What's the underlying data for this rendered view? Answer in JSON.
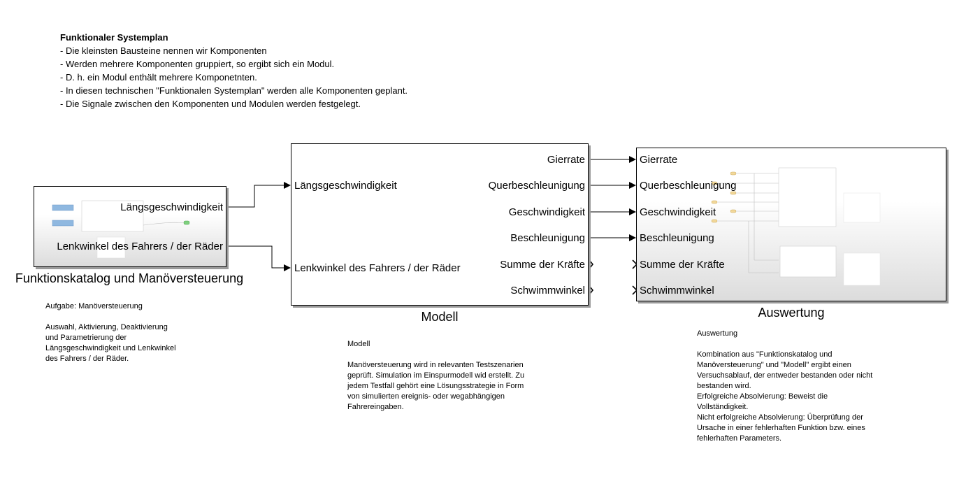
{
  "notes": {
    "title": "Funktionaler Systemplan",
    "lines": [
      "- Die kleinsten Bausteine nennen wir Komponenten",
      "- Werden mehrere Komponenten gruppiert, so ergibt sich ein Modul.",
      "- D. h. ein Modul enthält mehrere Komponetnten.",
      "- In diesen technischen \"Funktionalen Systemplan\" werden alle Komponenten geplant.",
      "- Die Signale zwischen den Komponenten und Modulen werden festgelegt."
    ]
  },
  "blocks": {
    "funktionskatalog": {
      "name": "Funktionskatalog und Manöversteuerung",
      "outputs": [
        "Längsgeschwindigkeit",
        "Lenkwinkel des Fahrers / der Räder"
      ],
      "description": [
        "Aufgabe: Manöversteuerung",
        "",
        "Auswahl, Aktivierung, Deaktivierung",
        "und Parametrierung der",
        "Längsgeschwindigkeit und Lenkwinkel",
        "des Fahrers / der Räder."
      ]
    },
    "modell": {
      "name": "Modell",
      "inputs": [
        "Längsgeschwindigkeit",
        "Lenkwinkel des Fahrers / der Räder"
      ],
      "outputs": [
        "Gierrate",
        "Querbeschleunigung",
        "Geschwindigkeit",
        "Beschleunigung",
        "Summe der Kräfte",
        "Schwimmwinkel"
      ],
      "description": [
        "Modell",
        "",
        "Manöversteuerung wird in relevanten Testszenarien",
        "geprüft. Simulation im Einspurmodell wid erstellt. Zu",
        "jedem Testfall gehört eine Lösungsstrategie in Form",
        "von simulierten ereignis- oder wegabhängigen",
        "Fahrereingaben."
      ]
    },
    "auswertung": {
      "name": "Auswertung",
      "inputs": [
        "Gierrate",
        "Querbeschleunigung",
        "Geschwindigkeit",
        "Beschleunigung",
        "Summe der Kräfte",
        "Schwimmwinkel"
      ],
      "description": [
        "Auswertung",
        "",
        "Kombination aus \"Funktionskatalog und",
        "Manöversteuerung\" und \"Modell\" ergibt einen",
        "Versuchsablauf, der entweder bestanden oder nicht",
        "bestanden wird.",
        "Erfolgreiche Absolvierung: Beweist die",
        "Vollständigkeit.",
        "Nicht erfolgreiche Absolvierung: Überprüfung der",
        "Ursache in einer fehlerhaften Funktion bzw. eines",
        "fehlerhaften Parameters."
      ]
    }
  },
  "colors": {
    "wire": "#000000",
    "inport": "#8fb8e0",
    "outport": "#7fd07f",
    "gain": "#f2d89a"
  }
}
